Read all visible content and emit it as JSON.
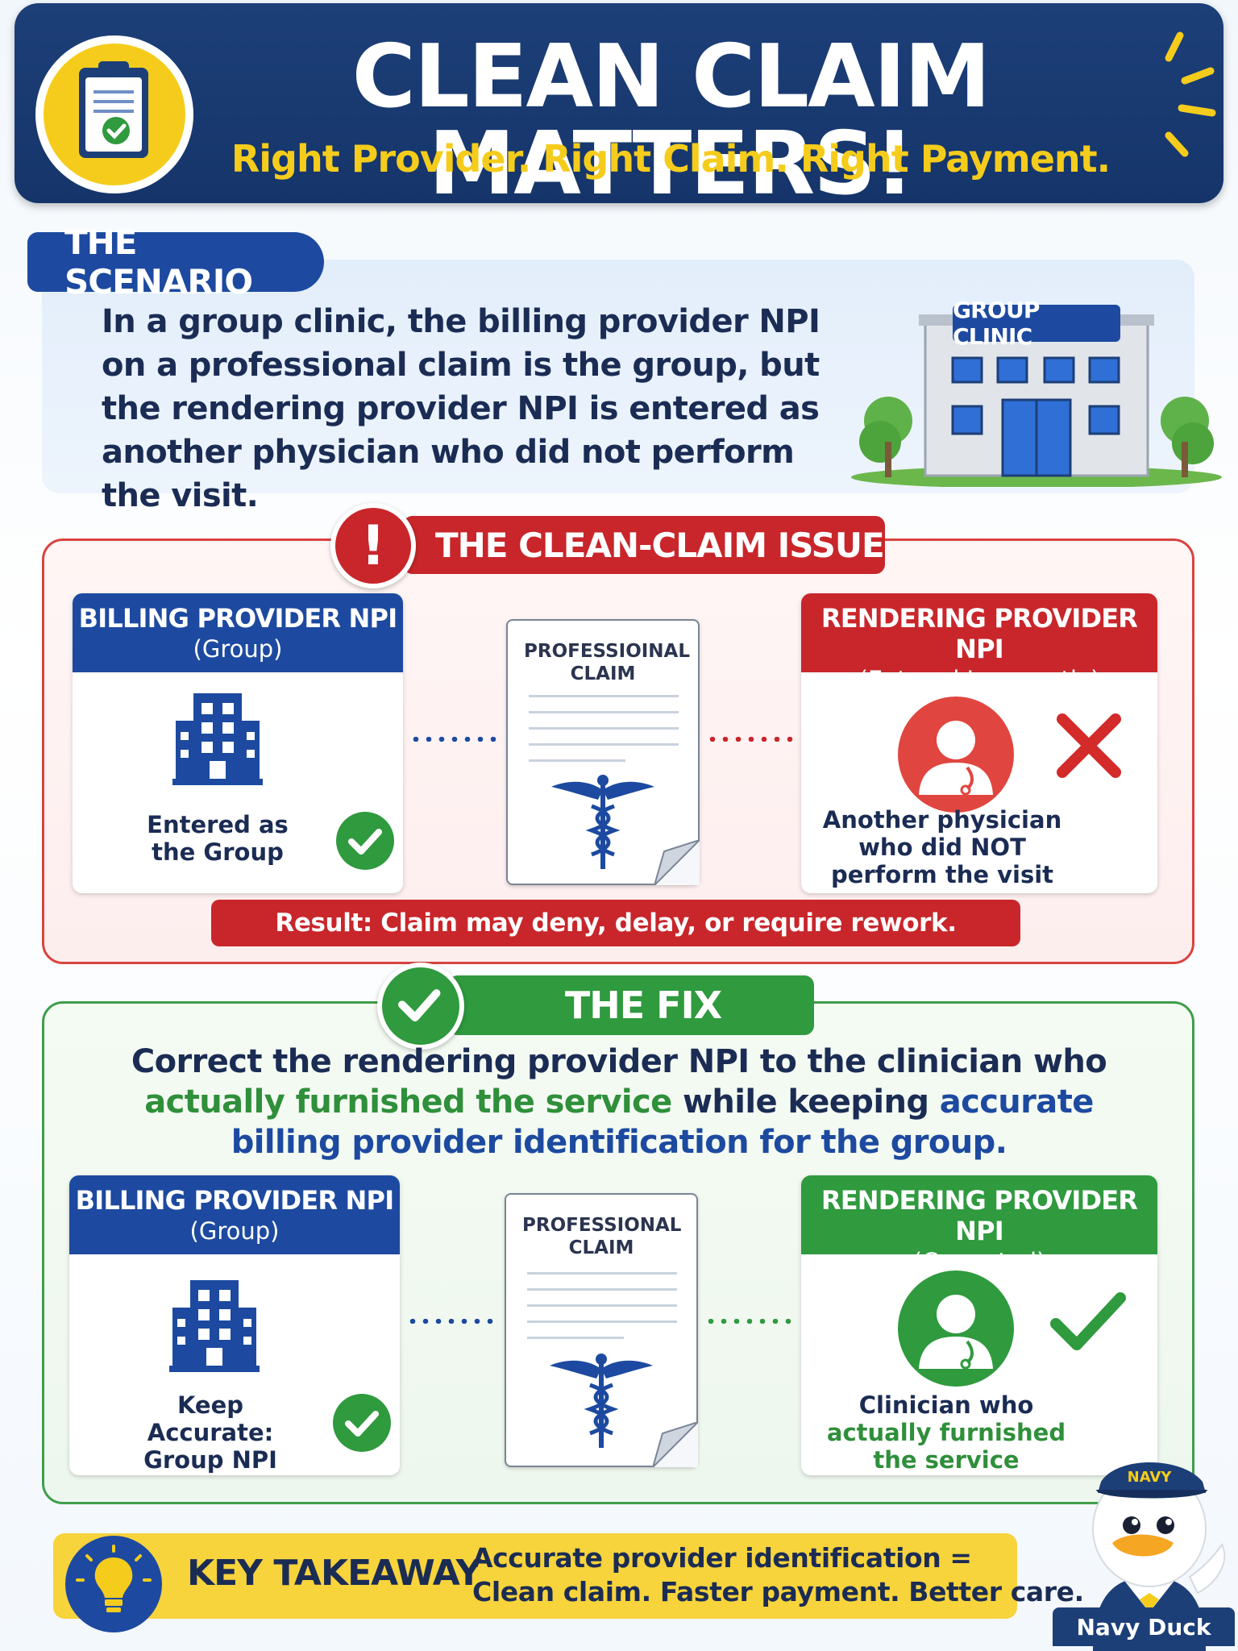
{
  "header": {
    "title": "CLEAN CLAIM MATTERS!",
    "subtitle": "Right Provider. Right Claim. Right Payment."
  },
  "scenario": {
    "tag": "THE SCENARIO",
    "text": "In a group clinic, the billing provider NPI on a professional claim is the group, but the rendering provider NPI is entered as another physician who did not perform the visit.",
    "clinic_sign": "GROUP CLINIC"
  },
  "issue": {
    "alert_symbol": "!",
    "banner": "THE CLEAN-CLAIM ISSUE",
    "billing": {
      "title": "BILLING PROVIDER NPI",
      "subtitle": "(Group)",
      "caption": "Entered as the Group"
    },
    "claim": {
      "title": "PROFESSIOINAL CLAIM"
    },
    "rendering": {
      "title": "RENDERING PROVIDER NPI",
      "subtitle": "(Entered Incorrectly)",
      "caption": "Another physician who did NOT perform the visit"
    },
    "result": "Result: Claim may deny, delay, or require rework."
  },
  "fix": {
    "banner": "THE FIX",
    "text_part1": "Correct the rendering provider NPI to the clinician who ",
    "text_highlight1": "actually furnished the service",
    "text_part2": " while keeping ",
    "text_highlight2": "accurate billing provider identification for the group.",
    "billing": {
      "title": "BILLING PROVIDER NPI",
      "subtitle": "(Group)",
      "caption": "Keep Accurate: Group NPI"
    },
    "claim": {
      "title": "PROFESSIONAL CLAIM"
    },
    "rendering": {
      "title": "RENDERING PROVIDER NPI",
      "subtitle": "(Corrected)",
      "caption_line1": "Clinician who",
      "caption_line2": "actually furnished",
      "caption_line3": "the service"
    }
  },
  "takeaway": {
    "label": "KEY TAKEAWAY",
    "line1": "Accurate provider identification =",
    "line2": "Clean claim. Faster payment. Better care."
  },
  "mascot": {
    "label": "Navy Duck",
    "hat_text": "NAVY"
  },
  "colors": {
    "navy": "#1d3f78",
    "blue": "#1d4aa0",
    "red": "#c8262b",
    "green": "#2f9a3e",
    "yellow": "#f5cc1c"
  },
  "icons": [
    "clipboard-check-icon",
    "building-icon",
    "caduceus-icon",
    "physician-icon",
    "x-mark-icon",
    "check-icon",
    "lightbulb-icon",
    "alert-icon"
  ]
}
